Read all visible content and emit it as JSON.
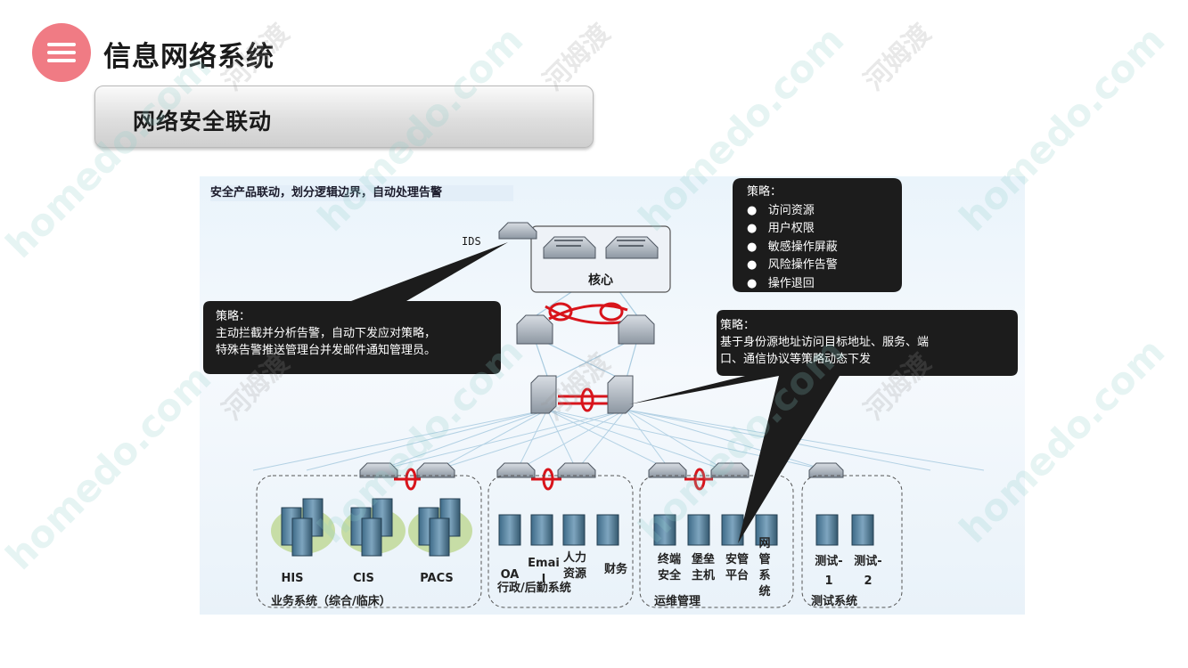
{
  "header": {
    "title": "信息网络系统",
    "section_title": "网络安全联动"
  },
  "diagram": {
    "caption": "安全产品联动，划分逻辑边界，自动处理告警",
    "ids_label": "IDS",
    "core_label": "核心",
    "callout_ids": {
      "title": "策略：",
      "lines": [
        "主动拦截并分析告警，自动下发应对策略，",
        "特殊告警推送管理台并发邮件通知管理员。"
      ]
    },
    "callout_strategy": {
      "title": "策略：",
      "items": [
        "访问资源",
        "用户权限",
        "敏感操作屏蔽",
        "风险操作告警",
        "操作退回"
      ]
    },
    "callout_access": {
      "title": "策略：",
      "lines": [
        "基于身份源地址访问目标地址、服务、端",
        "口、通信协议等策略动态下发"
      ]
    },
    "groups": [
      {
        "name": "业务系统（综合/临床）",
        "servers": [
          "HIS",
          "CIS",
          "PACS"
        ]
      },
      {
        "name": "行政/后勤系统",
        "servers": [
          "OA",
          "Email",
          "人力资源",
          "财务"
        ]
      },
      {
        "name": "运维管理",
        "servers": [
          "终端安全",
          "堡垒主机",
          "安管平台",
          "网管系统"
        ]
      },
      {
        "name": "测试系统",
        "servers": [
          "测试-1",
          "测试-2"
        ]
      }
    ]
  },
  "watermark": {
    "site": "homedo.com",
    "brand": "河姆渡"
  },
  "colors": {
    "accent": "#f07b84",
    "callout_bg": "#1c1c1c",
    "link_red": "#d8141b"
  }
}
